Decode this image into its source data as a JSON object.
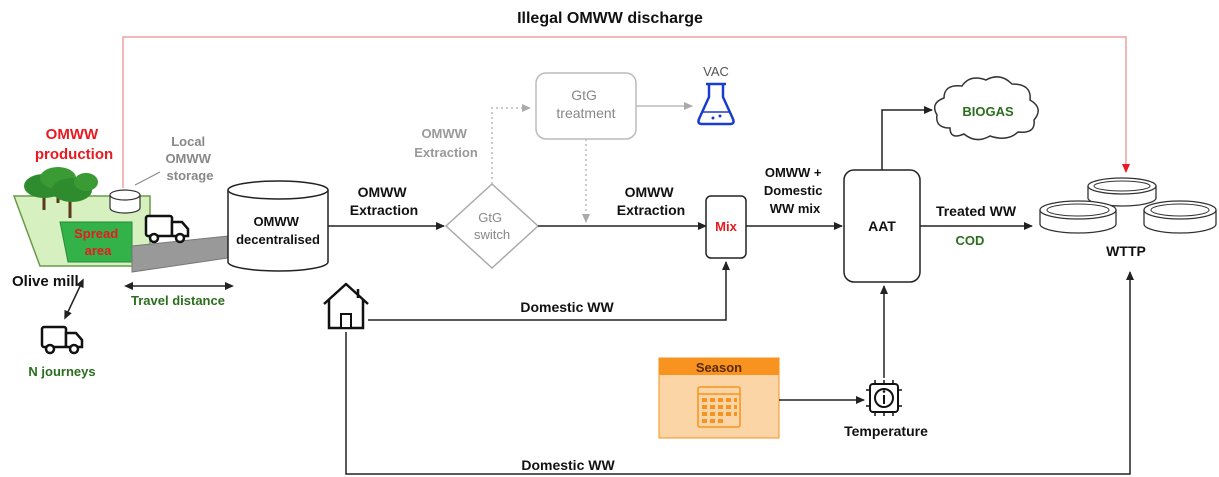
{
  "title": "Illegal OMWW discharge",
  "olive_mill": {
    "production": [
      "OMWW",
      "production"
    ],
    "local_storage": [
      "Local",
      "OMWW",
      "storage"
    ],
    "spread_area": [
      "Spread",
      "area"
    ],
    "label": "Olive mill",
    "travel_distance": "Travel distance",
    "n_journeys": "N journeys"
  },
  "decentralised": [
    "OMWW",
    "decentralised"
  ],
  "extraction_left": [
    "OMWW",
    "Extraction"
  ],
  "extraction_grey": [
    "OMWW",
    "Extraction"
  ],
  "gtg_switch": [
    "GtG",
    "switch"
  ],
  "gtg_treatment": [
    "GtG",
    "treatment"
  ],
  "vac": "VAC",
  "extraction_mid": [
    "OMWW",
    "Extraction"
  ],
  "mix": "Mix",
  "mix_label": [
    "OMWW +",
    "Domestic",
    "WW mix"
  ],
  "biogas": "BIOGAS",
  "aat": "AAT",
  "treated_ww": "Treated WW",
  "cod": "COD",
  "wttp": "WTTP",
  "domestic_ww_upper": "Domestic WW",
  "domestic_ww_lower": "Domestic WW",
  "season": "Season",
  "temperature": "Temperature",
  "colors": {
    "red": "#e8191f",
    "green": "#2a6e1e",
    "grey": "#9a9a9a",
    "orange": "#f7931e",
    "blue": "#1a3ccc",
    "pink": "#f0a0a0"
  }
}
